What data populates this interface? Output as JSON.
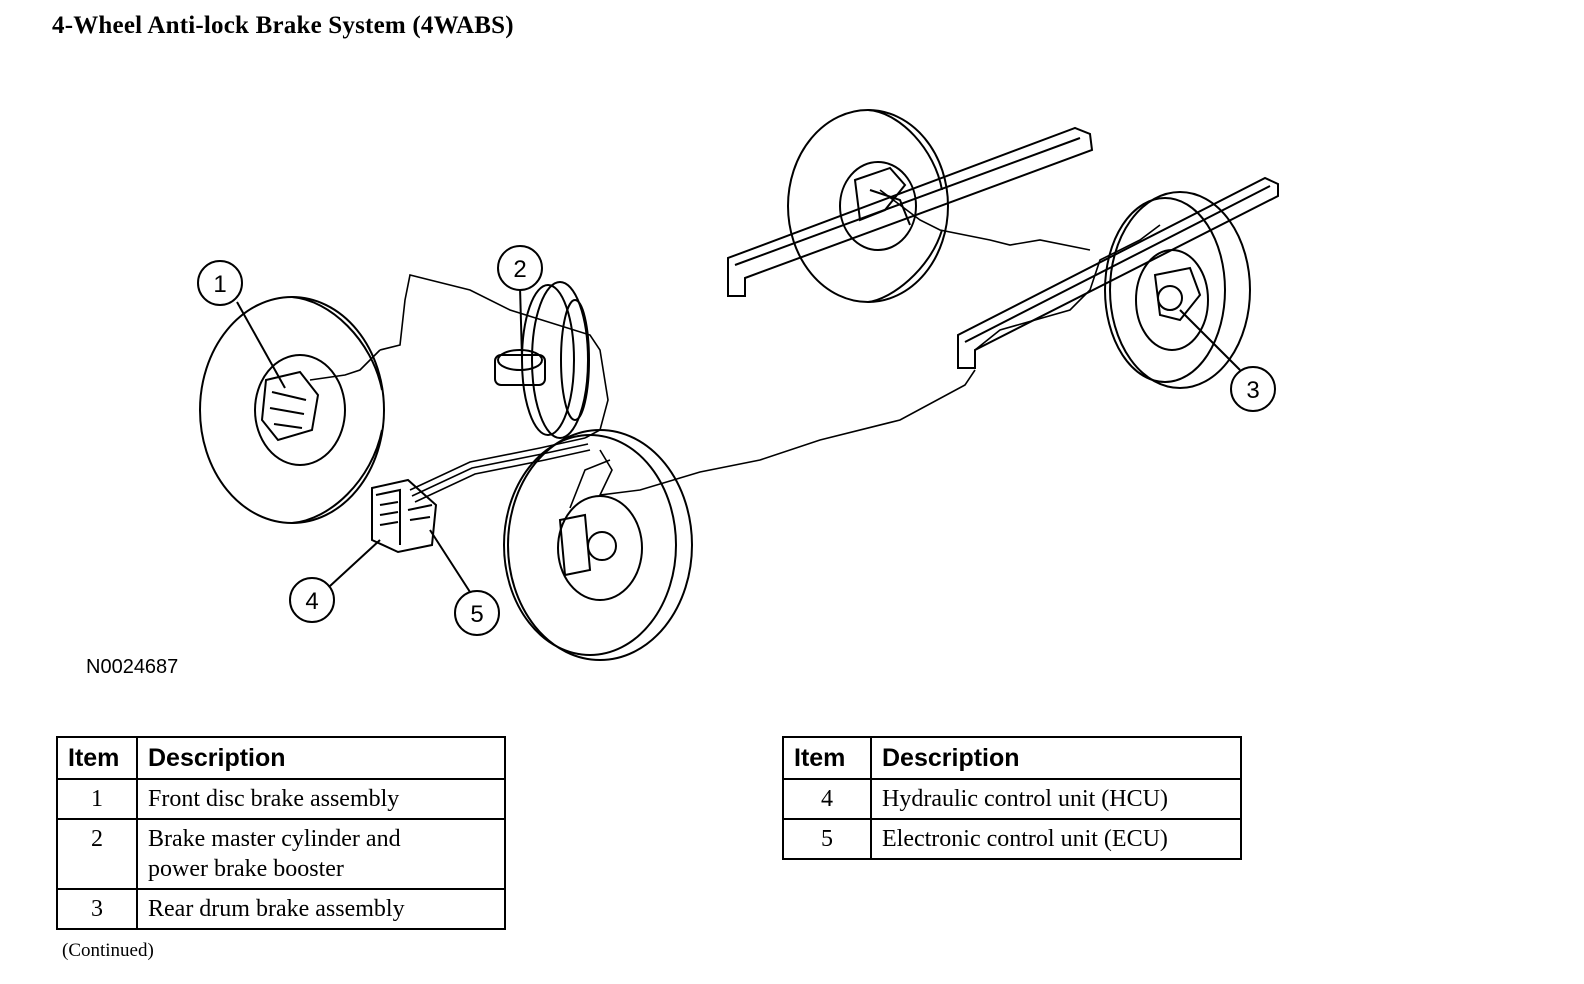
{
  "title": "4-Wheel Anti-lock Brake System (4WABS)",
  "figure_id": "N0024687",
  "callouts": [
    "1",
    "2",
    "3",
    "4",
    "5"
  ],
  "tables": {
    "left": {
      "headers": [
        "Item",
        "Description"
      ],
      "rows": [
        {
          "item": "1",
          "description": "Front disc brake assembly"
        },
        {
          "item": "2",
          "description": "Brake master cylinder and power brake booster"
        },
        {
          "item": "3",
          "description": "Rear drum brake assembly"
        }
      ]
    },
    "right": {
      "headers": [
        "Item",
        "Description"
      ],
      "rows": [
        {
          "item": "4",
          "description": "Hydraulic control unit (HCU)"
        },
        {
          "item": "5",
          "description": "Electronic control unit (ECU)"
        }
      ]
    }
  },
  "continued": "(Continued)"
}
